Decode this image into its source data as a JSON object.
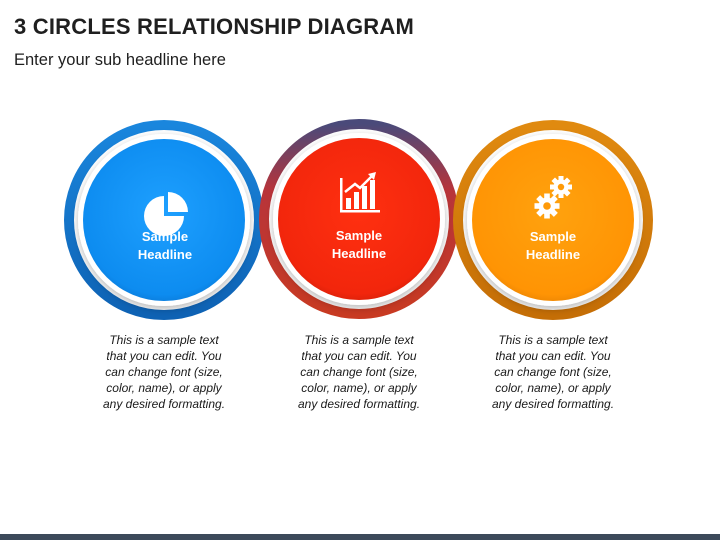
{
  "title": "3 CIRCLES RELATIONSHIP DIAGRAM",
  "subtitle": "Enter your sub headline here",
  "items": [
    {
      "headline_line1": "Sample",
      "headline_line2": "Headline",
      "icon": "pie-chart-icon",
      "color": "#1492f0",
      "ring_color": "#1073c8",
      "description": [
        "This is a sample text",
        "that you can edit. You",
        "can change font (size,",
        "color, name), or apply",
        "any desired formatting."
      ]
    },
    {
      "headline_line1": "Sample",
      "headline_line2": "Headline",
      "icon": "bar-chart-growth-icon",
      "color": "#f42810",
      "ring_color": "#c8321e",
      "description": [
        "This is a sample text",
        "that you can edit. You",
        "can change font (size,",
        "color, name), or apply",
        "any desired formatting."
      ]
    },
    {
      "headline_line1": "Sample",
      "headline_line2": "Headline",
      "icon": "gears-icon",
      "color": "#ff9606",
      "ring_color": "#d67a08",
      "description": [
        "This is a sample text",
        "that you can edit. You",
        "can change font (size,",
        "color, name), or apply",
        "any desired formatting."
      ]
    }
  ]
}
